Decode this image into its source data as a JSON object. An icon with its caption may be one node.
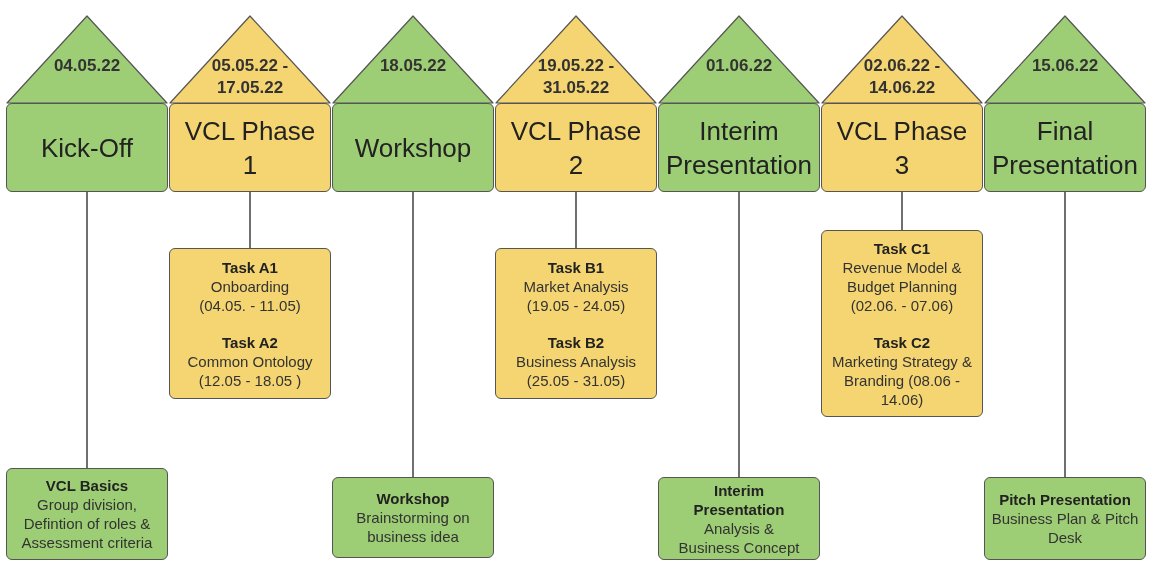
{
  "diagram": {
    "nodes": [
      {
        "text": [
          "04.05.22"
        ]
      },
      {
        "text": [
          "Kick-Off"
        ]
      },
      {
        "text": [
          "05.05.22 - 17.05.22"
        ]
      },
      {
        "text": [
          "VCL Phase 1"
        ]
      },
      {
        "text": [
          "18.05.22"
        ]
      },
      {
        "text": [
          "Workshop"
        ]
      },
      {
        "text": [
          "19.05.22 - 31.05.22"
        ]
      },
      {
        "text": [
          "VCL Phase 2"
        ]
      },
      {
        "text": [
          "01.06.22"
        ]
      },
      {
        "text": [
          "Interim Presentation"
        ]
      },
      {
        "text": [
          "02.06.22 - 14.06.22"
        ]
      },
      {
        "text": [
          "VCL Phase 3"
        ]
      },
      {
        "text": [
          "15.06.22"
        ]
      },
      {
        "text": [
          "Final Presentation"
        ]
      },
      {
        "text": [
          "VCL Basics",
          "Group division, Defintion of roles & Assessment criteria"
        ]
      },
      {
        "text": [
          "Task A1",
          "Onboarding (04.05. - 11.05)",
          "Task A2",
          "Common Ontology (12.05 - 18.05 )"
        ]
      },
      {
        "text": [
          "Workshop",
          "Brainstorming on business idea"
        ]
      },
      {
        "text": [
          "Task B1",
          "Market Analysis (19.05 - 24.05)",
          "Task B2",
          "Business Analysis (25.05 - 31.05)"
        ]
      },
      {
        "text": [
          "Interim Presentation",
          "Analysis & Business Concept"
        ]
      },
      {
        "text": [
          "Task C1",
          "Revenue Model & Budget Planning (02.06. - 07.06)",
          "Task C2",
          "Marketing Strategy & Branding (08.06 - 14.06)"
        ]
      },
      {
        "text": [
          "Pitch Presentation",
          "Business Plan & Pitch Desk"
        ]
      }
    ],
    "edges": [
      {
        "from": 1,
        "to": 14,
        "arrow": "none"
      },
      {
        "from": 3,
        "to": 15,
        "arrow": "none"
      },
      {
        "from": 5,
        "to": 16,
        "arrow": "none"
      },
      {
        "from": 7,
        "to": 17,
        "arrow": "none"
      },
      {
        "from": 9,
        "to": 18,
        "arrow": "none"
      },
      {
        "from": 11,
        "to": 19,
        "arrow": "none"
      },
      {
        "from": 13,
        "to": 20,
        "arrow": "none"
      }
    ]
  }
}
